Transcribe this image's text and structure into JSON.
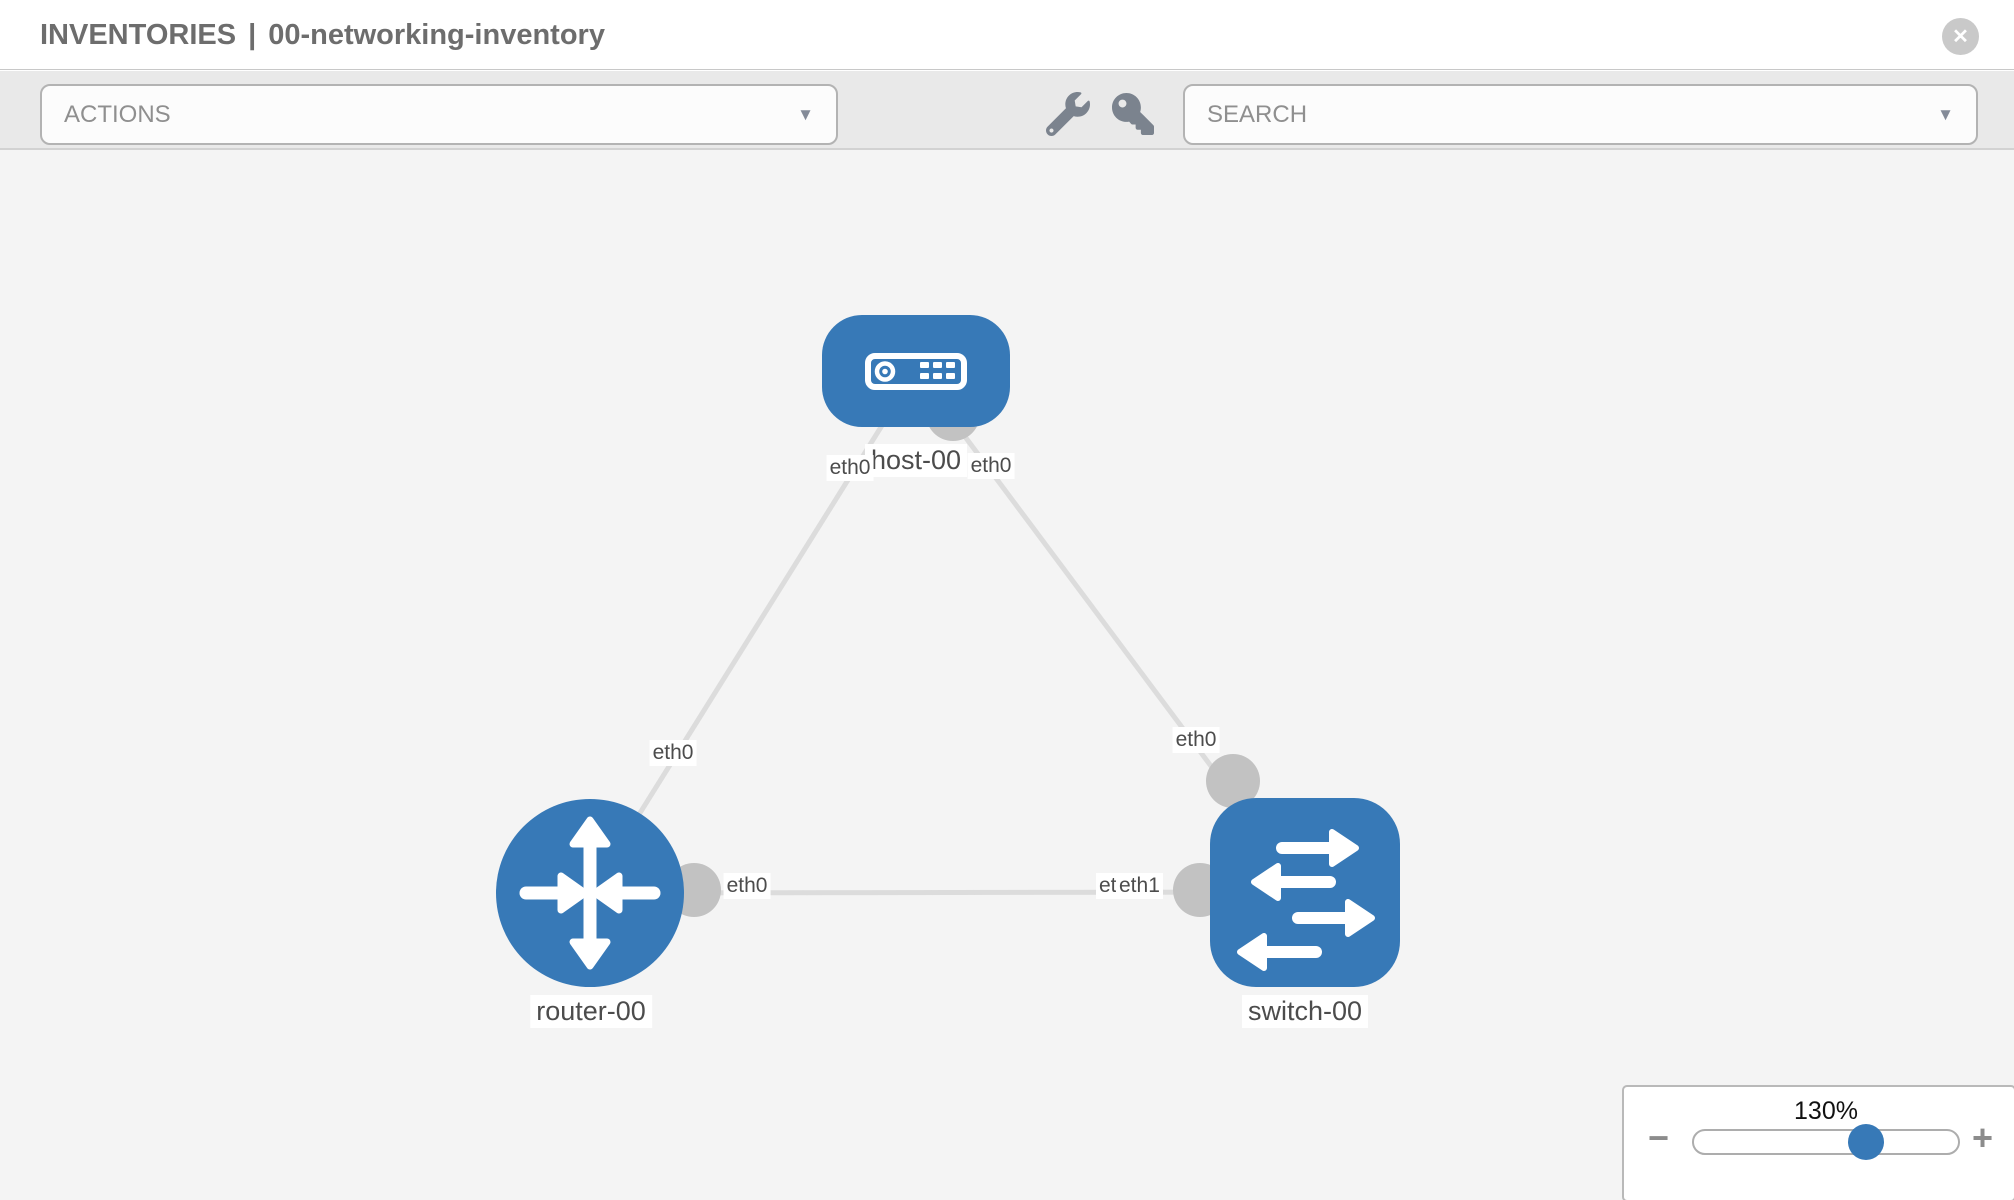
{
  "header": {
    "title_primary": "INVENTORIES",
    "title_separator": "|",
    "title_secondary": "00-networking-inventory"
  },
  "toolbar": {
    "actions_label": "ACTIONS",
    "search_label": "SEARCH",
    "tool_icons": [
      "wrench-icon",
      "key-icon"
    ]
  },
  "glyphs": {
    "caret": "▼",
    "close": "✕",
    "minus": "−",
    "plus": "+"
  },
  "topology": {
    "nodes": [
      {
        "id": "host-00",
        "label": "host-00",
        "type": "host",
        "icon": "host-icon"
      },
      {
        "id": "router-00",
        "label": "router-00",
        "type": "router",
        "icon": "router-icon"
      },
      {
        "id": "switch-00",
        "label": "switch-00",
        "type": "switch",
        "icon": "switch-icon"
      }
    ],
    "links": [
      {
        "from": "host-00",
        "to": "router-00",
        "from_interface": "eth0",
        "to_interface": "eth0"
      },
      {
        "from": "host-00",
        "to": "switch-00",
        "from_interface": "eth0",
        "to_interface": "eth0"
      },
      {
        "from": "router-00",
        "to": "switch-00",
        "from_interface": "eth0",
        "to_interfaces": [
          "eth0",
          "eth1"
        ]
      }
    ]
  },
  "zoom_control": {
    "value": "130%",
    "percent": 130
  },
  "colors": {
    "node_blue": "#3779b7",
    "link_gray": "#dcdcdc",
    "connector_gray": "#c2c2c2",
    "canvas_bg": "#f4f4f4",
    "toolbar_bg": "#e9e9e9"
  }
}
